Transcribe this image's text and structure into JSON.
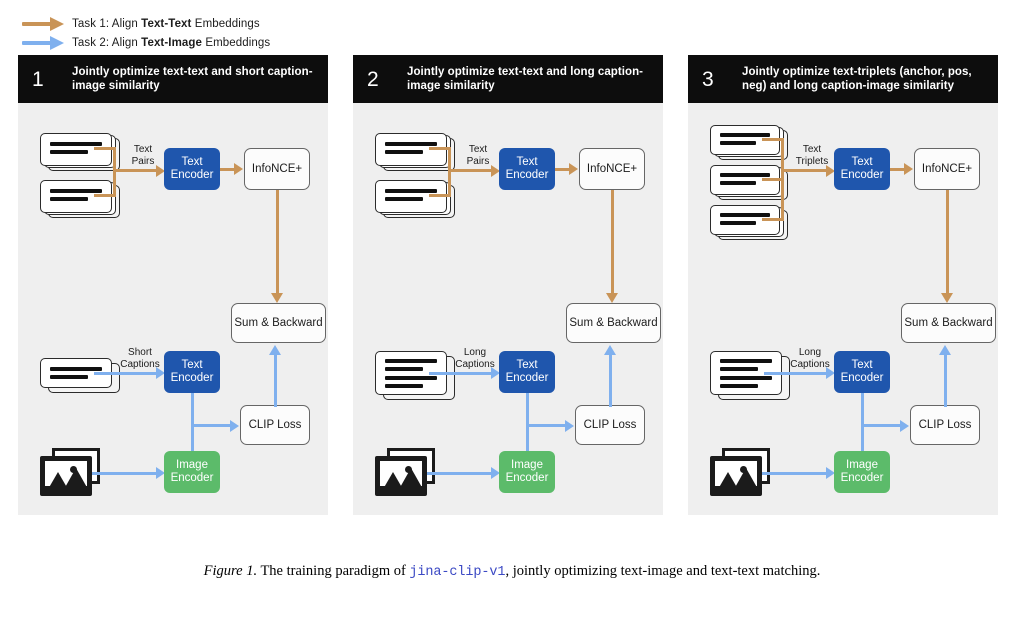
{
  "legend": {
    "items": [
      {
        "id": "task-1",
        "prefix": "Task 1: Align ",
        "bold": "Text-Text",
        "suffix": " Embeddings",
        "color": "#c99457",
        "arrow_icon": "arrow-right-icon"
      },
      {
        "id": "task-2",
        "prefix": "Task 2: Align ",
        "bold": "Text-Image",
        "suffix": " Embeddings",
        "color": "#7fb0ee",
        "arrow_icon": "arrow-right-icon"
      }
    ]
  },
  "colors": {
    "orange": "#c99457",
    "blue_arrow": "#7fb0ee",
    "text_encoder_blue": "#1f56ad",
    "image_encoder_green": "#5cbb6a",
    "panel_background": "#efefef",
    "header_background": "#0d0d0d",
    "caption_mono": "#3b49c4"
  },
  "panels": [
    {
      "number": "1",
      "title": "Jointly optimize text-text and short caption-image similarity",
      "top_input_label": "Text Pairs",
      "top_input_label_l1": "Text",
      "top_input_label_l2": "Pairs",
      "top_docs_count": 2,
      "top_doc_lines": 2,
      "text_encoder_top": "Text Encoder",
      "loss_top": "InfoNCE+",
      "sum_box": "Sum & Backward",
      "bottom_input_label_l1": "Short",
      "bottom_input_label_l2": "Captions",
      "bottom_doc_lines": 2,
      "text_encoder_bottom": "Text Encoder",
      "image_encoder": "Image Encoder",
      "loss_bottom": "CLIP Loss"
    },
    {
      "number": "2",
      "title": "Jointly optimize text-text and long caption-image similarity",
      "top_input_label": "Text Pairs",
      "top_input_label_l1": "Text",
      "top_input_label_l2": "Pairs",
      "top_docs_count": 2,
      "top_doc_lines": 2,
      "text_encoder_top": "Text Encoder",
      "loss_top": "InfoNCE+",
      "sum_box": "Sum & Backward",
      "bottom_input_label_l1": "Long",
      "bottom_input_label_l2": "Captions",
      "bottom_doc_lines": 4,
      "text_encoder_bottom": "Text Encoder",
      "image_encoder": "Image Encoder",
      "loss_bottom": "CLIP Loss"
    },
    {
      "number": "3",
      "title": "Jointly optimize text-triplets (anchor, pos, neg) and long caption-image similarity",
      "top_input_label": "Text Triplets",
      "top_input_label_l1": "Text",
      "top_input_label_l2": "Triplets",
      "top_docs_count": 3,
      "top_doc_lines": 2,
      "text_encoder_top": "Text Encoder",
      "loss_top": "InfoNCE+",
      "sum_box": "Sum & Backward",
      "bottom_input_label_l1": "Long",
      "bottom_input_label_l2": "Captions",
      "bottom_doc_lines": 4,
      "text_encoder_bottom": "Text Encoder",
      "image_encoder": "Image Encoder",
      "loss_bottom": "CLIP Loss"
    }
  ],
  "caption": {
    "figure_label": "Figure 1.",
    "text_before": " The training paradigm of ",
    "model_name": "jina-clip-v1",
    "text_after": ", jointly optimizing text-image and text-text matching."
  }
}
